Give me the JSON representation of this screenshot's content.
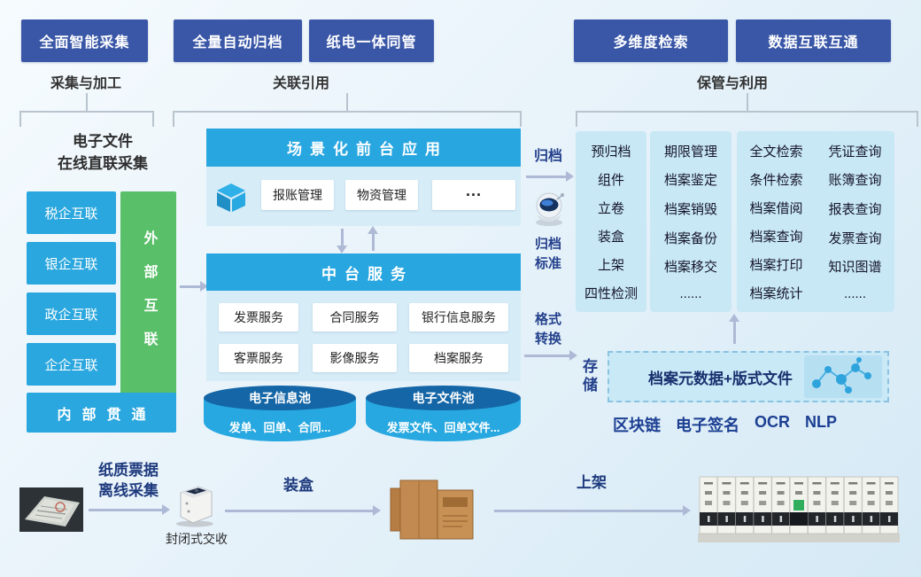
{
  "headers": {
    "h1": "全面智能采集",
    "h2": "全量自动归档",
    "h3": "纸电一体同管",
    "h4": "多维度检索",
    "h5": "数据互联互通"
  },
  "groups": {
    "collect": "采集与加工",
    "link": "关联引用",
    "keep": "保管与利用"
  },
  "left": {
    "title1": "电子文件",
    "title2": "在线直联采集",
    "items": [
      "税企互联",
      "银企互联",
      "政企互联",
      "企企互联"
    ],
    "external": "外部互联",
    "internal": "内部贯通"
  },
  "front_panel": {
    "title": "场景化前台应用",
    "apps": [
      "报账管理",
      "物资管理",
      "···"
    ]
  },
  "mid_panel": {
    "title": "中台服务",
    "row1": [
      "发票服务",
      "合同服务",
      "银行信息服务"
    ],
    "row2": [
      "客票服务",
      "影像服务",
      "档案服务"
    ]
  },
  "pools": [
    {
      "title": "电子信息池",
      "desc": "发单、回单、合同..."
    },
    {
      "title": "电子文件池",
      "desc": "发票文件、回单文件..."
    }
  ],
  "flow": {
    "archive": "归档",
    "standard": "归档标准",
    "format": "格式转换",
    "storage": "存储"
  },
  "panels": {
    "manage": [
      "预归档",
      "组件",
      "立卷",
      "装盒",
      "上架",
      "四性检测"
    ],
    "lifecycle": [
      "期限管理",
      "档案鉴定",
      "档案销毁",
      "档案备份",
      "档案移交",
      "......"
    ],
    "search": [
      "全文检索",
      "条件检索",
      "档案借阅",
      "档案查询",
      "档案打印",
      "档案统计"
    ],
    "query": [
      "凭证查询",
      "账簿查询",
      "报表查询",
      "发票查询",
      "知识图谱",
      "......"
    ]
  },
  "storage_box": {
    "label": "档案元数据+版式文件"
  },
  "tech": [
    "区块链",
    "电子签名",
    "OCR",
    "NLP"
  ],
  "bottom": {
    "offline1": "纸质票据",
    "offline2": "离线采集",
    "machine": "封闭式交收",
    "boxing": "装盒",
    "shelving": "上架"
  },
  "colors": {
    "header_navy": "#3a57a7",
    "cyan": "#2aa7de",
    "green": "#59bf68",
    "light_panel": "#c8e8f6",
    "label_navy": "#24418c"
  }
}
